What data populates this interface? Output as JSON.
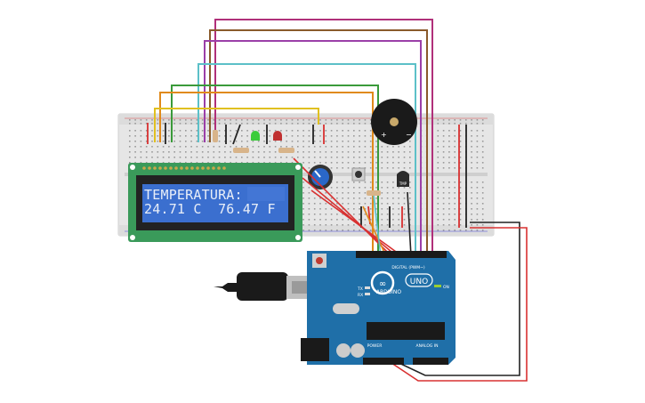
{
  "lcd": {
    "line1": "TEMPERATURA:",
    "line2": "24.71 C  76.47 F",
    "bg_color": "#3b6fcf",
    "pcb_color": "#3a9a5a"
  },
  "arduino": {
    "logo_text": "ARDUINO",
    "model": "UNO",
    "digital_label": "DIGITAL (PWM~)",
    "power_label": "POWER",
    "analog_label": "ANALOG IN",
    "on_label": "ON",
    "tx_label": "TX",
    "rx_label": "RX",
    "color": "#1f6fa8"
  },
  "sensor": {
    "label": "TMP"
  },
  "buzzer": {
    "plus": "+",
    "minus": "−"
  },
  "colors": {
    "breadboard": "#e9e9e9",
    "wire_purple": "#9b3fa8",
    "wire_brown": "#8a5a2b",
    "wire_magenta": "#b0307a",
    "wire_cyan": "#5cc0c8",
    "wire_green": "#3a9a3a",
    "wire_orange": "#e08a1a",
    "wire_yellow": "#e0c020",
    "wire_red": "#d83030",
    "wire_black": "#222222",
    "led_green": "#3acc3a",
    "led_red": "#c03030"
  }
}
